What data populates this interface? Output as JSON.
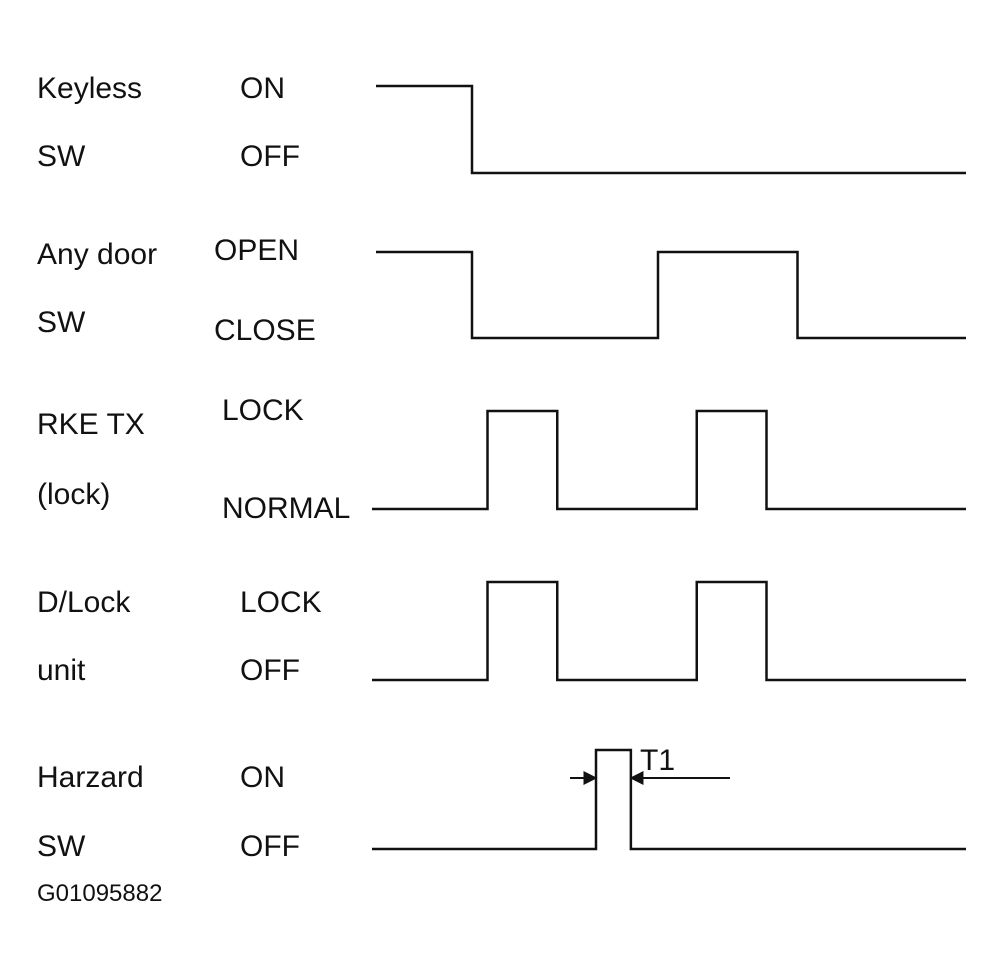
{
  "signals": [
    {
      "name_line1": "Keyless",
      "name_line2": "SW",
      "state_high": "ON",
      "state_low": "OFF",
      "initial": 1,
      "transitions": [
        1.0
      ]
    },
    {
      "name_line1": "Any door",
      "name_line2": "SW",
      "state_high": "OPEN",
      "state_low": "CLOSE",
      "initial": 1,
      "transitions": [
        1.0,
        3.4,
        5.2
      ]
    },
    {
      "name_line1": "RKE TX",
      "name_line2": "(lock)",
      "state_high": "LOCK",
      "state_low": "NORMAL",
      "initial": 0,
      "transitions": [
        1.2,
        2.1,
        3.9,
        4.8
      ]
    },
    {
      "name_line1": "D/Lock",
      "name_line2": "unit",
      "state_high": "LOCK",
      "state_low": "OFF",
      "initial": 0,
      "transitions": [
        1.2,
        2.1,
        3.9,
        4.8
      ]
    },
    {
      "name_line1": "Harzard",
      "name_line2": "SW",
      "state_high": "ON",
      "state_low": "OFF",
      "initial": 0,
      "transitions": [
        2.6,
        3.05
      ]
    }
  ],
  "time_span": 8,
  "annotation": {
    "label": "T1",
    "signal_index": 4
  },
  "figure_code": "G01095882",
  "line_color": "#111111"
}
